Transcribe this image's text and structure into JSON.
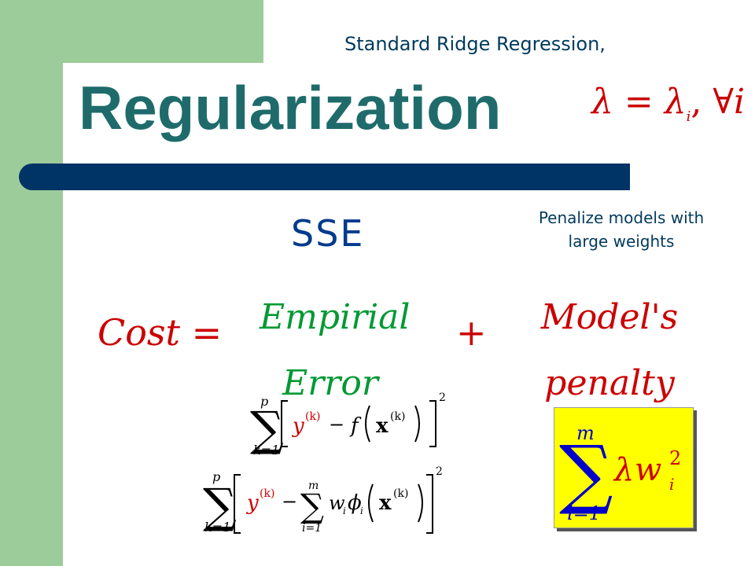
{
  "slide": {
    "title": "Regularization",
    "subtitle": "Standard Ridge Regression,",
    "lambda_equation": {
      "lhs": "λ",
      "equals": "=",
      "rhs": "λ",
      "rhs_sub": "i",
      "comma": ",",
      "forall": "∀i"
    },
    "sse_label": "SSE",
    "penalize_note": {
      "line1": "Penalize models with",
      "line2": "large weights"
    },
    "cost_equation": {
      "cost": "Cost =",
      "empirical_line1": "Empirial",
      "empirical_line2": "Error",
      "plus": "+",
      "model_line1": "Model's",
      "model_line2": "penalty"
    },
    "formula1": {
      "sum": "∑",
      "upper": "p",
      "lower": "k=1",
      "y": "y",
      "y_sup": "(k)",
      "minus": "−",
      "f": "f",
      "x": "x",
      "x_sup": "(k)",
      "power": "2"
    },
    "formula2": {
      "sum": "∑",
      "upper": "p",
      "lower": "k=1",
      "y": "y",
      "y_sup": "(k)",
      "minus": "−",
      "inner_sum": "∑",
      "inner_upper": "m",
      "inner_lower": "i=1",
      "w": "w",
      "w_sub": "i",
      "phi": "ϕ",
      "phi_sub": "i",
      "x": "x",
      "x_sup": "(k)",
      "power": "2"
    },
    "penalty_formula": {
      "sum": "∑",
      "upper": "m",
      "lower": "i=1",
      "lambda": "λ",
      "w": "w",
      "w_sup": "2",
      "w_sub": "i"
    }
  },
  "colors": {
    "sidebar": "#9ccc99",
    "title_bar": "#003366",
    "title": "#1f6b6b",
    "red": "#cc0000",
    "green": "#009933",
    "highlight": "#ffff00"
  }
}
